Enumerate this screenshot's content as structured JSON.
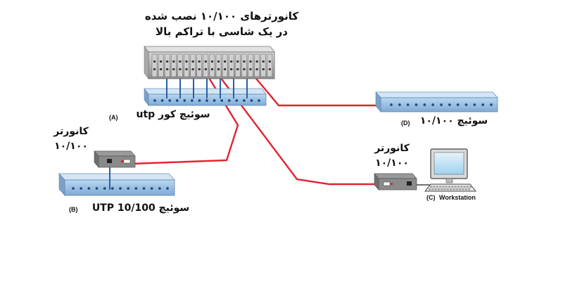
{
  "title": {
    "line1": "کانورترهای ۱۰/۱۰۰ نصب شده",
    "line2": "در یک شاسی با تراکم بالا"
  },
  "core_switch": {
    "tag": "(A)",
    "label": "سوئیچ کور utp"
  },
  "switch_b": {
    "tag": "(B)",
    "label": "سوئیچ UTP 10/100"
  },
  "switch_d": {
    "tag": "(D)",
    "label": "سوئیچ ۱۰/۱۰۰"
  },
  "converter_left": {
    "name": "کانورتر",
    "speed": "۱۰/۱۰۰"
  },
  "converter_right": {
    "name": "کانورتر",
    "speed": "۱۰/۱۰۰"
  },
  "workstation": {
    "tag": "(C)",
    "name": "Workstation"
  },
  "colors": {
    "fiber": "#e0232f",
    "utp": "#2b5f9e",
    "switch": "#9cc3e6",
    "chassis": "#9a9a9a"
  }
}
